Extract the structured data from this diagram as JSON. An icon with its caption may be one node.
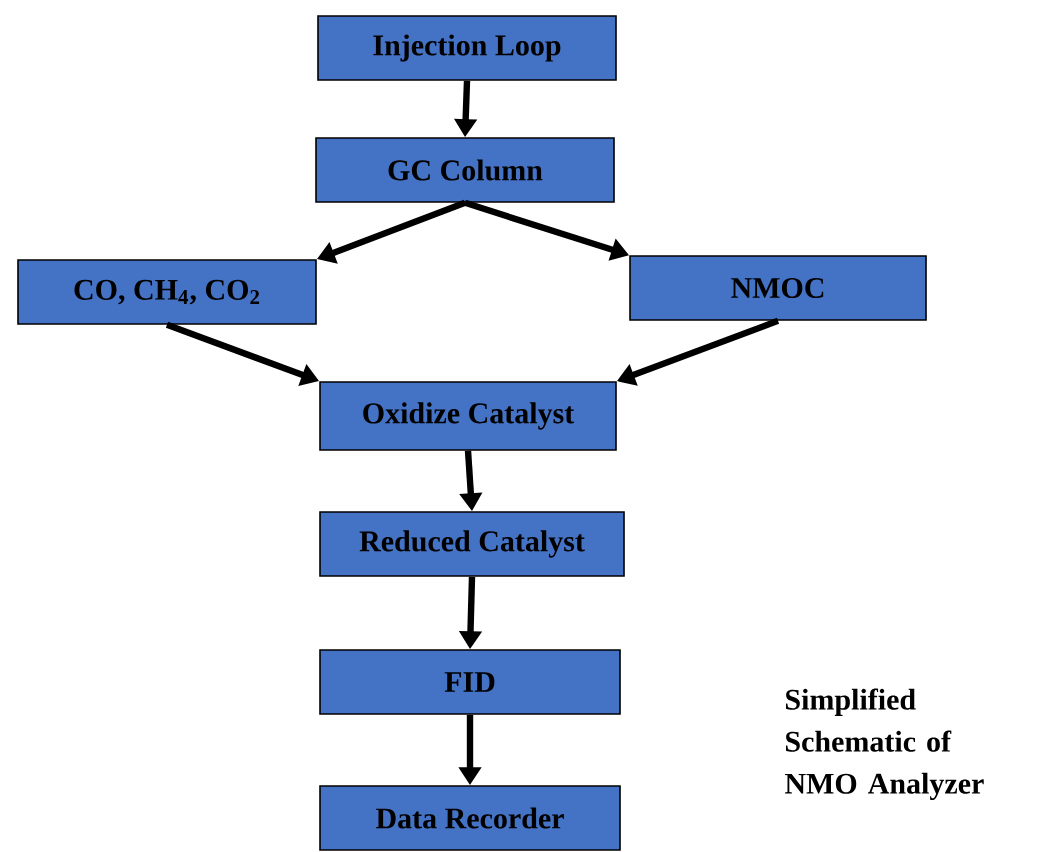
{
  "diagram": {
    "caption": "Simplified Schematic of NMO Analyzer",
    "nodes": [
      {
        "text": [
          "Injection Loop"
        ]
      },
      {
        "text": [
          "GC Column"
        ]
      },
      {
        "text": [
          "CO, CH$_{4}$, CO$_{2}$"
        ]
      },
      {
        "text": [
          "NMOC"
        ]
      },
      {
        "text": [
          "Oxidize Catalyst"
        ]
      },
      {
        "text": [
          "Reduced Catalyst"
        ]
      },
      {
        "text": [
          "FID"
        ]
      },
      {
        "text": [
          "Data Recorder"
        ]
      }
    ],
    "edges": [
      {
        "from": 0,
        "to": 1,
        "arrow": "to"
      },
      {
        "from": 1,
        "to": 2,
        "arrow": "to"
      },
      {
        "from": 1,
        "to": 3,
        "arrow": "to"
      },
      {
        "from": 2,
        "to": 4,
        "arrow": "to"
      },
      {
        "from": 3,
        "to": 4,
        "arrow": "to"
      },
      {
        "from": 4,
        "to": 5,
        "arrow": "to"
      },
      {
        "from": 5,
        "to": 6,
        "arrow": "to"
      },
      {
        "from": 6,
        "to": 7,
        "arrow": "to"
      }
    ]
  }
}
